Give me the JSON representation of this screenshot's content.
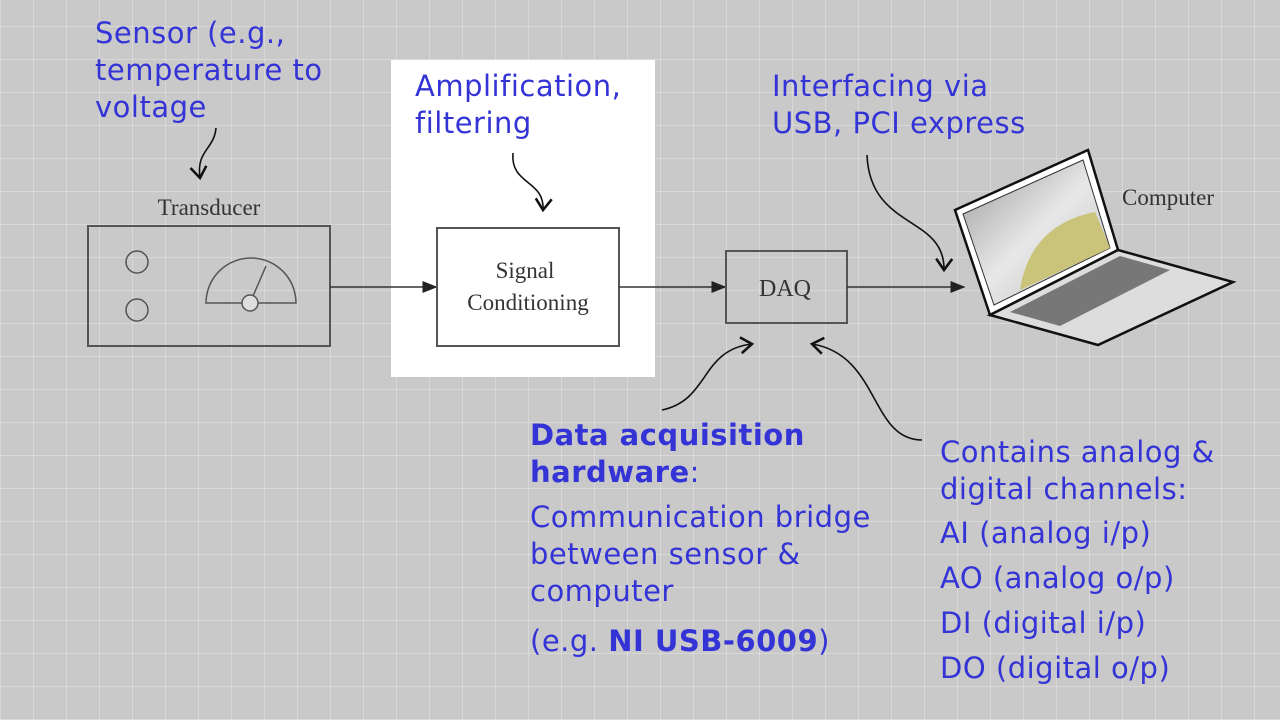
{
  "diagram": {
    "blocks": {
      "transducer": "Transducer",
      "signal_conditioning_line1": "Signal",
      "signal_conditioning_line2": "Conditioning",
      "daq": "DAQ",
      "computer": "Computer"
    },
    "notes": {
      "sensor": "Sensor (e.g.,\ntemperature to\nvoltage",
      "amplification": "Amplification,\nfiltering",
      "interfacing": "Interfacing via\nUSB, PCI express",
      "daq_title": "Data acquisition\nhardware",
      "daq_title_colon": ":",
      "daq_desc": "Communication bridge\nbetween sensor &\ncomputer",
      "daq_example_prefix": "(e.g. ",
      "daq_example_model": "NI USB-6009",
      "daq_example_suffix": ")",
      "channels_title": "Contains analog &\ndigital channels:",
      "channels": [
        "AI (analog i/p)",
        "AO (analog o/p)",
        "DI (digital i/p)",
        "DO (digital o/p)"
      ]
    },
    "colors": {
      "annotation": "#3434d6",
      "highlight": "#ffffff",
      "background": "#c9c9c9"
    }
  }
}
